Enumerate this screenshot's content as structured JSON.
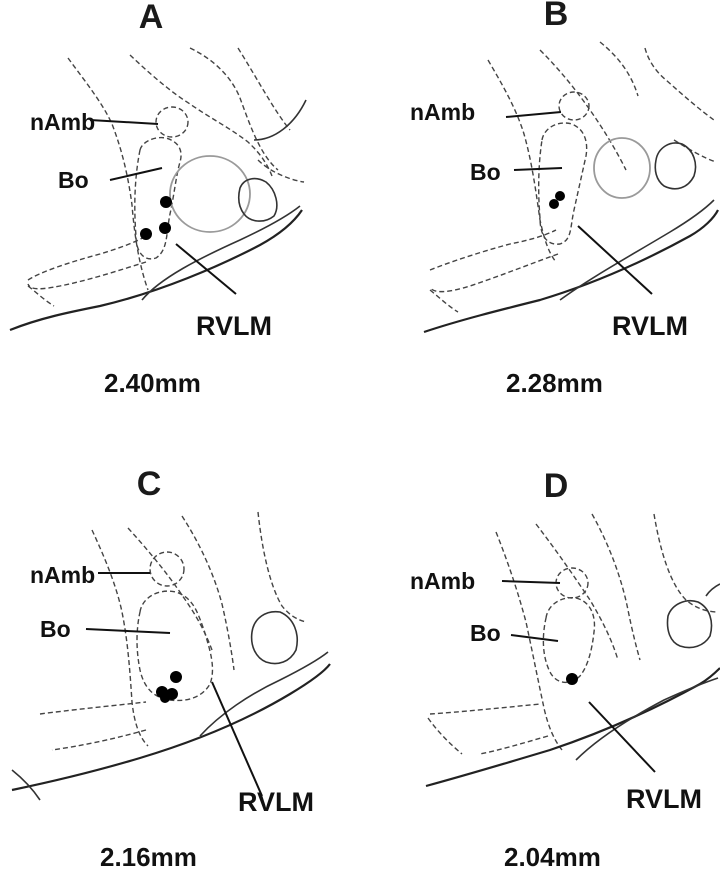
{
  "panels": [
    {
      "letter": "A",
      "depth": "2.40mm",
      "labels": {
        "namb": "nAmb",
        "bo": "Bo",
        "rvlm": "RVLM"
      }
    },
    {
      "letter": "B",
      "depth": "2.28mm",
      "labels": {
        "namb": "nAmb",
        "bo": "Bo",
        "rvlm": "RVLM"
      }
    },
    {
      "letter": "C",
      "depth": "2.16mm",
      "labels": {
        "namb": "nAmb",
        "bo": "Bo",
        "rvlm": "RVLM"
      }
    },
    {
      "letter": "D",
      "depth": "2.04mm",
      "labels": {
        "namb": "nAmb",
        "bo": "Bo",
        "rvlm": "RVLM"
      }
    }
  ],
  "colors": {
    "dots": "#000000",
    "outline": "#333333",
    "dashed": "#444444",
    "faint_outline": "#9a9a9a"
  }
}
